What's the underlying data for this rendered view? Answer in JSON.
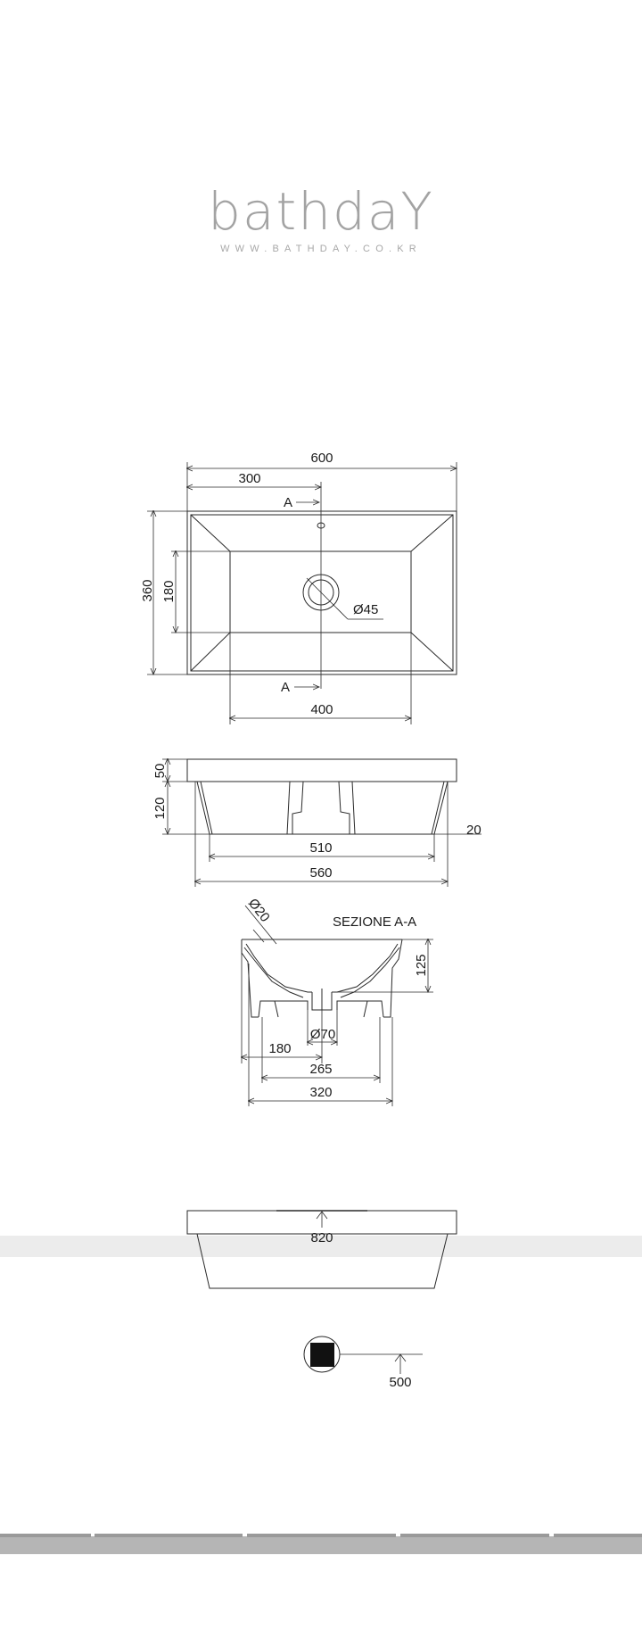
{
  "logo": {
    "wordmark": "bathdaY",
    "url": "WWW.BATHDAY.CO.KR"
  },
  "drawing": {
    "top_view": {
      "width": "600",
      "half_width": "300",
      "depth": "360",
      "inner_depth": "180",
      "drain": "Ø45",
      "bottom_width": "400",
      "section_mark": "A"
    },
    "front_view": {
      "rim": "50",
      "body_height": "120",
      "offset": "20",
      "base_width": "510",
      "body_width": "560"
    },
    "section": {
      "title": "SEZIONE A-A",
      "overflow": "Ø20",
      "depth": "125",
      "outlet": "Ø70",
      "d1": "180",
      "d2": "265",
      "d3": "320"
    },
    "bottom_view": {
      "height": "820"
    },
    "drain_detail": {
      "length": "500"
    }
  },
  "colors": {
    "line": "#2a2a2a",
    "logo": "#a3a3a3",
    "band": "#ececec",
    "footer_bar": "#b5b5b5",
    "footer_dark": "#9a9a9a"
  }
}
